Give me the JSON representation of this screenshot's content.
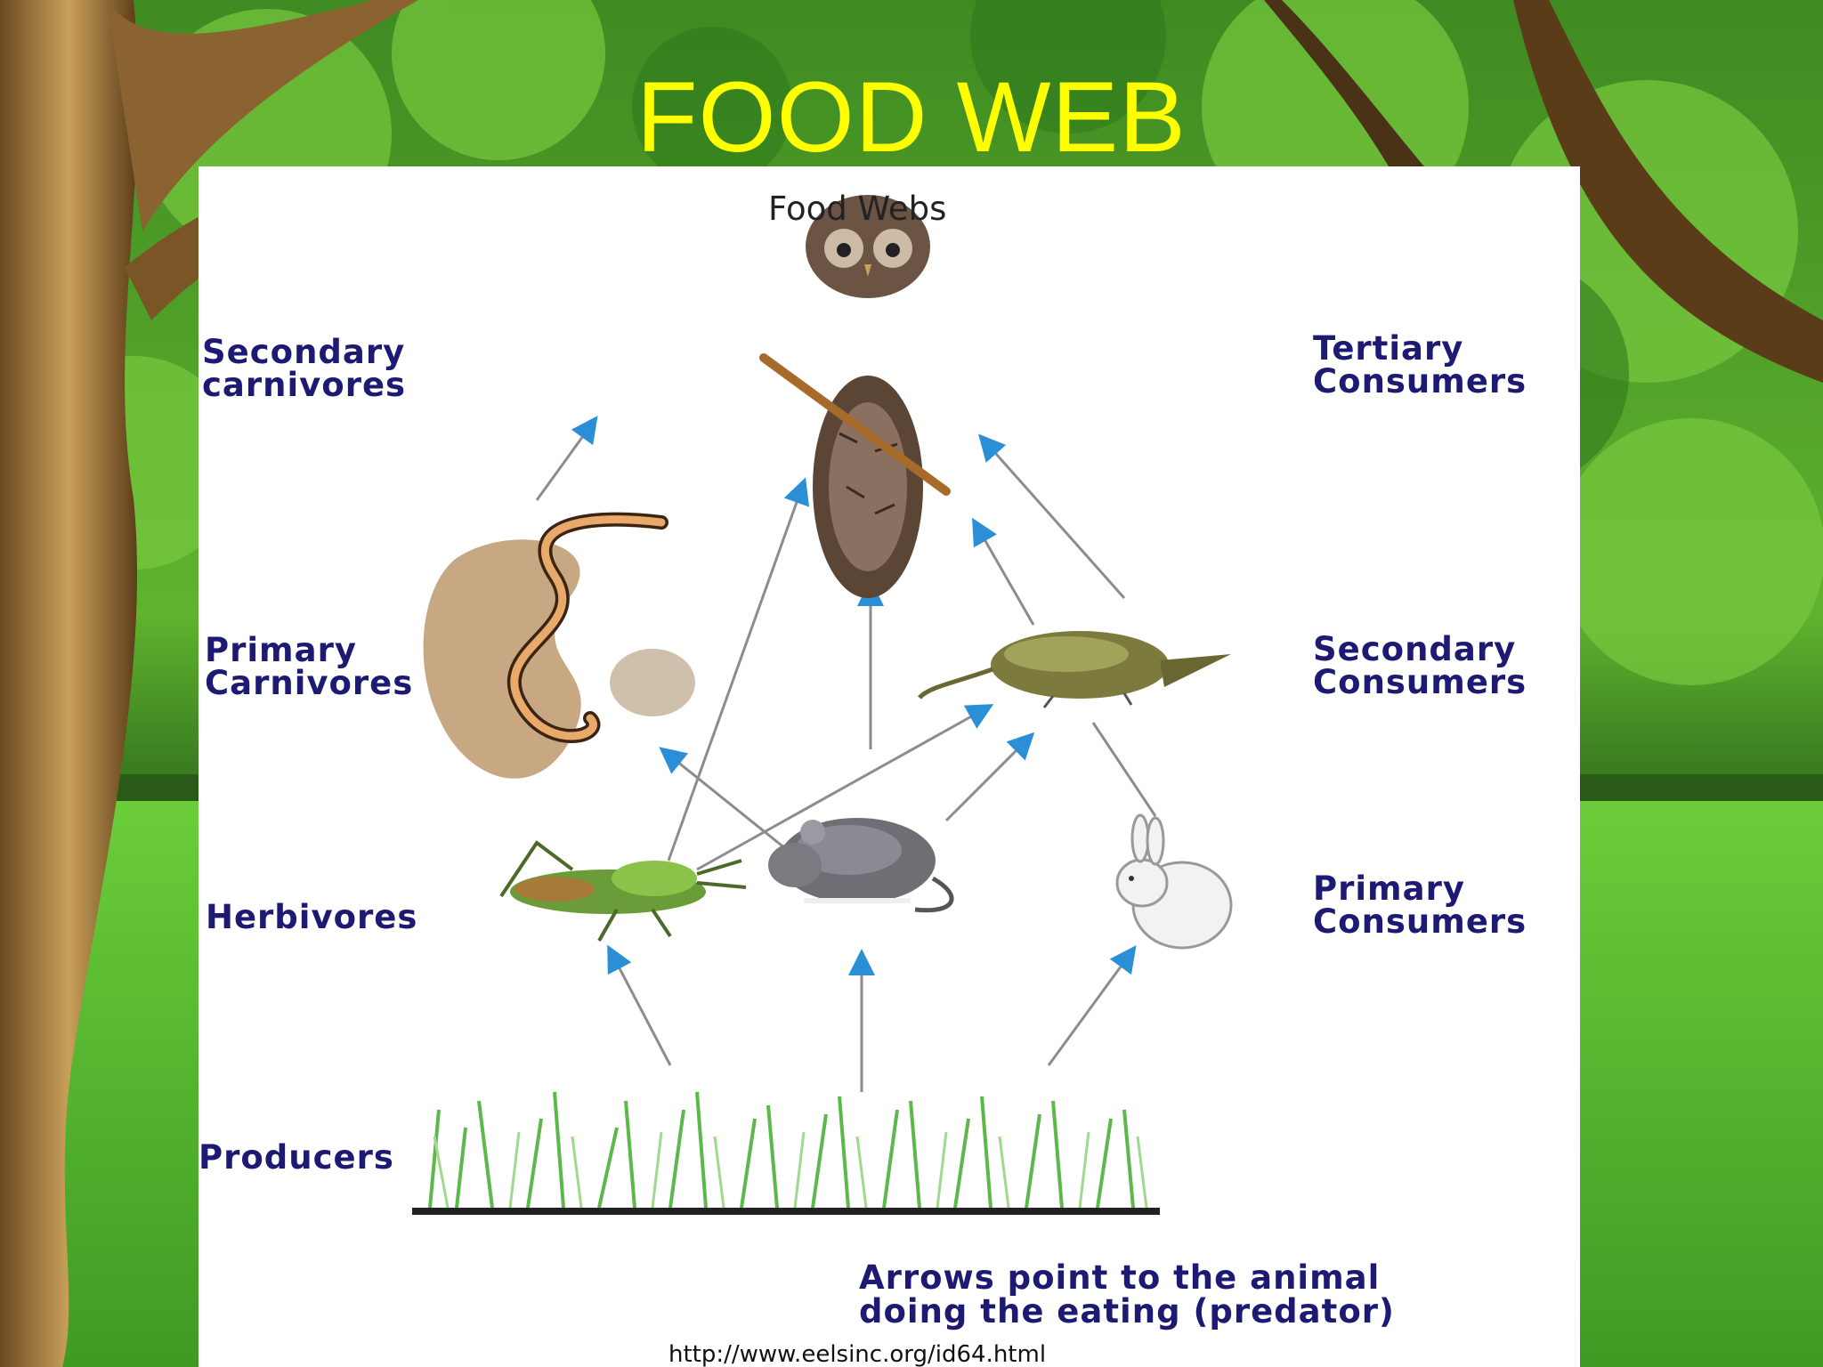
{
  "slide": {
    "title": "FOOD WEB"
  },
  "diagram": {
    "title": "Food Webs",
    "left_labels": {
      "secondary_carnivores": [
        "Secondary",
        "carnivores"
      ],
      "primary_carnivores": [
        "Primary",
        "Carnivores"
      ],
      "herbivores": "Herbivores",
      "producers": "Producers"
    },
    "right_labels": {
      "tertiary_consumers": [
        "Tertiary",
        "Consumers"
      ],
      "secondary_consumers": [
        "Secondary",
        "Consumers"
      ],
      "primary_consumers": [
        "Primary",
        "Consumers"
      ]
    },
    "note": [
      "Arrows point to the animal",
      "doing the eating (predator)"
    ],
    "source_url": "http://www.eelsinc.org/id64.html",
    "organisms": [
      "owl",
      "snake",
      "shrew",
      "grasshopper",
      "mouse",
      "rabbit",
      "grass"
    ],
    "arrow_color": "#2a8fd6",
    "label_color": "#1c1a72",
    "title_color": "#ffff00"
  }
}
